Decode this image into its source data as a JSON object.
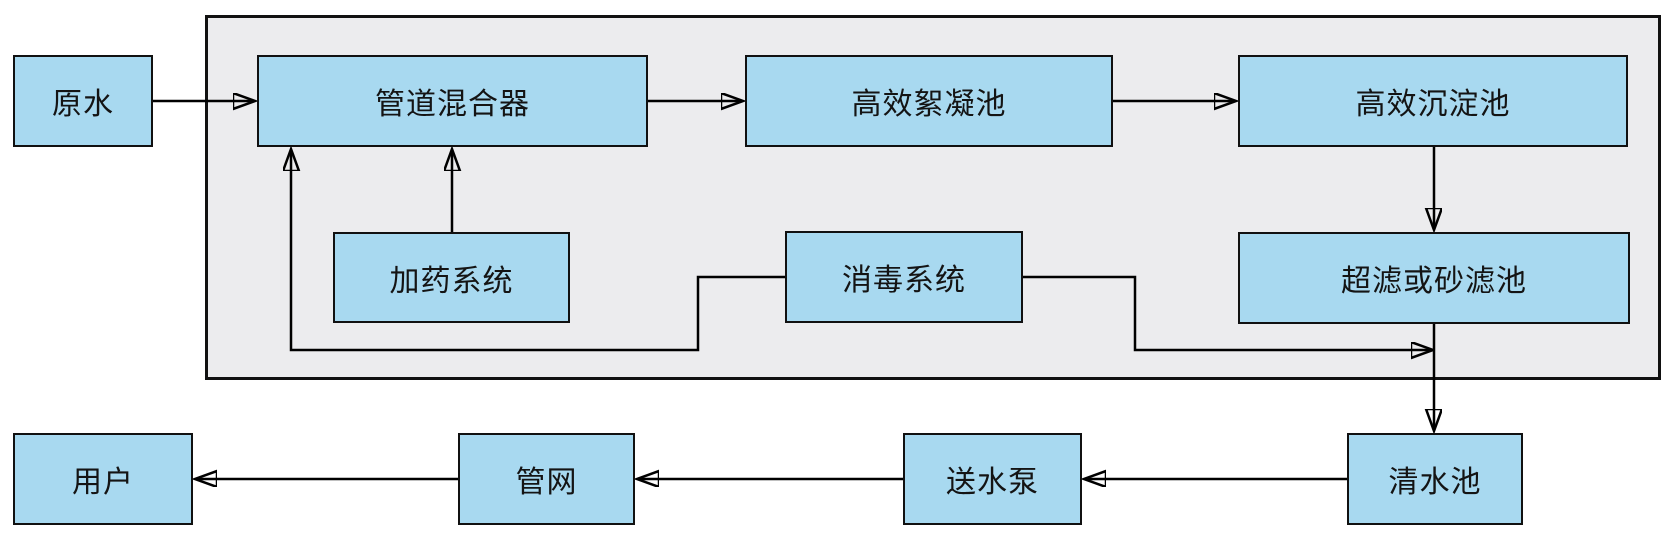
{
  "diagram": {
    "type": "flowchart",
    "subject": "water-treatment-process",
    "nodes": {
      "raw_water": "原水",
      "pipe_mixer": "管道混合器",
      "flocculation_tank": "高效絮凝池",
      "sedimentation_tank": "高效沉淀池",
      "dosing_system": "加药系统",
      "disinfection_system": "消毒系统",
      "filter_tank": "超滤或砂滤池",
      "clear_water_tank": "清水池",
      "water_pump": "送水泵",
      "pipe_network": "管网",
      "users": "用户"
    },
    "edges": [
      {
        "from": "原水",
        "to": "管道混合器"
      },
      {
        "from": "管道混合器",
        "to": "高效絮凝池"
      },
      {
        "from": "高效絮凝池",
        "to": "高效沉淀池"
      },
      {
        "from": "高效沉淀池",
        "to": "超滤或砂滤池"
      },
      {
        "from": "加药系统",
        "to": "管道混合器"
      },
      {
        "from": "消毒系统",
        "to": "管道混合器"
      },
      {
        "from": "消毒系统",
        "to": "超滤或砂滤池出水管线"
      },
      {
        "from": "超滤或砂滤池",
        "to": "清水池"
      },
      {
        "from": "清水池",
        "to": "送水泵"
      },
      {
        "from": "送水泵",
        "to": "管网"
      },
      {
        "from": "管网",
        "to": "用户"
      }
    ],
    "colors": {
      "node_fill": "#A8D9F0",
      "node_border": "#111111",
      "boundary_fill": "#ECECEE",
      "line": "#000000",
      "background": "#FFFFFF"
    }
  }
}
